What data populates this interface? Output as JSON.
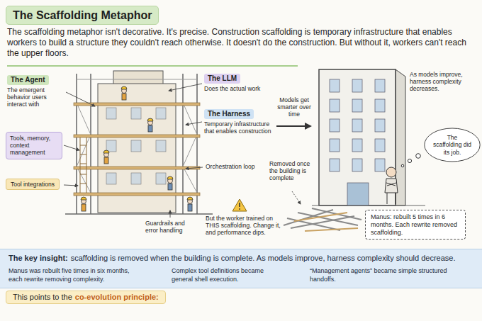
{
  "diagram": {
    "title": "The Scaffolding Metaphor",
    "nodes": [
      {
        "text": [
          "The Scaffolding Metaphor"
        ]
      },
      {
        "text": [
          "The Agent",
          "The emergent behavior users interact with"
        ]
      },
      {
        "text": [
          "Tools, memory, context management"
        ]
      },
      {
        "text": [
          "Tool integrations"
        ]
      },
      {
        "text": [
          "The LLM",
          "Does the actual work"
        ]
      },
      {
        "text": [
          "The Harness",
          "Temporary infrastructure that enables construction"
        ]
      },
      {
        "text": [
          "Manus: rebuilt 5 times in 6 months. Each rewrite removed scaffolding."
        ]
      },
      {
        "text": [
          "The scaffolding did its job."
        ]
      },
      {
        "text": [
          "The key insight:",
          "scaffolding is removed when the building is complete. As models improve, harness complexity should decrease."
        ]
      },
      {
        "text": [
          "Manus was rebuilt five times in six months, each rewrite removing complexity."
        ],
        "in": 8
      },
      {
        "text": [
          "Complex tool definitions became general shell execution."
        ],
        "in": 8
      },
      {
        "text": [
          "“Management agents” became simple structured handoffs."
        ],
        "in": 8
      },
      {
        "text": [
          "This points to the",
          "co-evolution principle:"
        ]
      }
    ],
    "edges": [
      {
        "from": 9,
        "to": 10,
        "arrow": "to"
      },
      {
        "from": 10,
        "to": 11,
        "arrow": "to"
      }
    ],
    "labels": [
      "The scaffolding metaphor isn't decorative. It's precise. Construction scaffolding is temporary infrastructure that enables workers to build a structure they couldn't reach otherwise. It doesn't do the construction. But without it, workers can't reach the upper floors.",
      "Orchestration loop",
      "Guardrails and error handling",
      "But the worker trained on THIS scaffolding. Change it, and performance dips.",
      "Models get smarter over time",
      "Removed once the building is complete",
      "As models improve, harness complexity decreases."
    ]
  }
}
